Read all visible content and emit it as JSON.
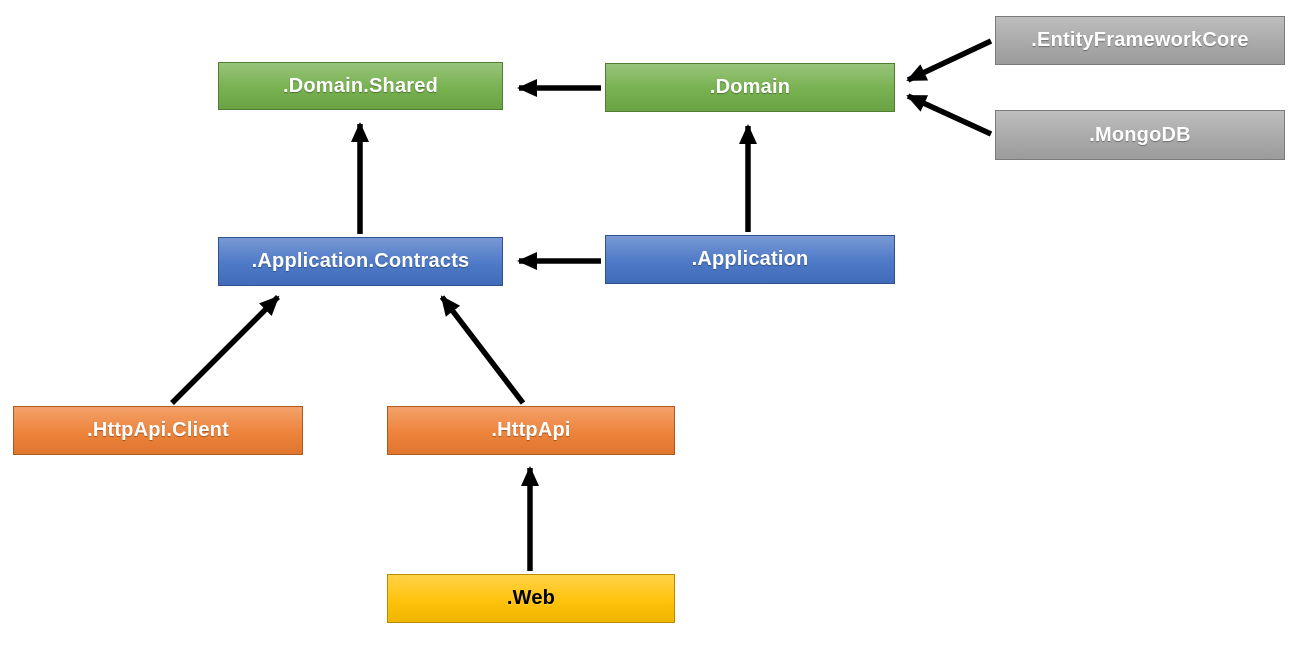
{
  "diagram": {
    "type": "dependency-diagram",
    "nodes": [
      {
        "id": "domain-shared",
        "label": ".Domain.Shared",
        "fill": "#70AD47",
        "border": "#507E32",
        "text_color": "#FFFFFF"
      },
      {
        "id": "domain",
        "label": ".Domain",
        "fill": "#70AD47",
        "border": "#507E32",
        "text_color": "#FFFFFF"
      },
      {
        "id": "efcore",
        "label": ".EntityFrameworkCore",
        "fill": "#A5A5A5",
        "border": "#7B7B7B",
        "text_color": "#FFFFFF"
      },
      {
        "id": "mongodb",
        "label": ".MongoDB",
        "fill": "#A5A5A5",
        "border": "#7B7B7B",
        "text_color": "#FFFFFF"
      },
      {
        "id": "app-contracts",
        "label": ".Application.Contracts",
        "fill": "#4472C4",
        "border": "#2F528F",
        "text_color": "#FFFFFF"
      },
      {
        "id": "application",
        "label": ".Application",
        "fill": "#4472C4",
        "border": "#2F528F",
        "text_color": "#FFFFFF"
      },
      {
        "id": "httpapi-client",
        "label": ".HttpApi.Client",
        "fill": "#ED7D31",
        "border": "#AE5A21",
        "text_color": "#FFFFFF"
      },
      {
        "id": "httpapi",
        "label": ".HttpApi",
        "fill": "#ED7D31",
        "border": "#AE5A21",
        "text_color": "#FFFFFF"
      },
      {
        "id": "web",
        "label": ".Web",
        "fill": "#FFC000",
        "border": "#BC8C00",
        "text_color": "#000000"
      }
    ],
    "edges": [
      {
        "from": ".Domain",
        "to": ".Domain.Shared"
      },
      {
        "from": ".EntityFrameworkCore",
        "to": ".Domain"
      },
      {
        "from": ".MongoDB",
        "to": ".Domain"
      },
      {
        "from": ".Application.Contracts",
        "to": ".Domain.Shared"
      },
      {
        "from": ".Application",
        "to": ".Domain"
      },
      {
        "from": ".Application",
        "to": ".Application.Contracts"
      },
      {
        "from": ".HttpApi.Client",
        "to": ".Application.Contracts"
      },
      {
        "from": ".HttpApi",
        "to": ".Application.Contracts"
      },
      {
        "from": ".Web",
        "to": ".HttpApi"
      }
    ],
    "arrow_color": "#000000"
  }
}
